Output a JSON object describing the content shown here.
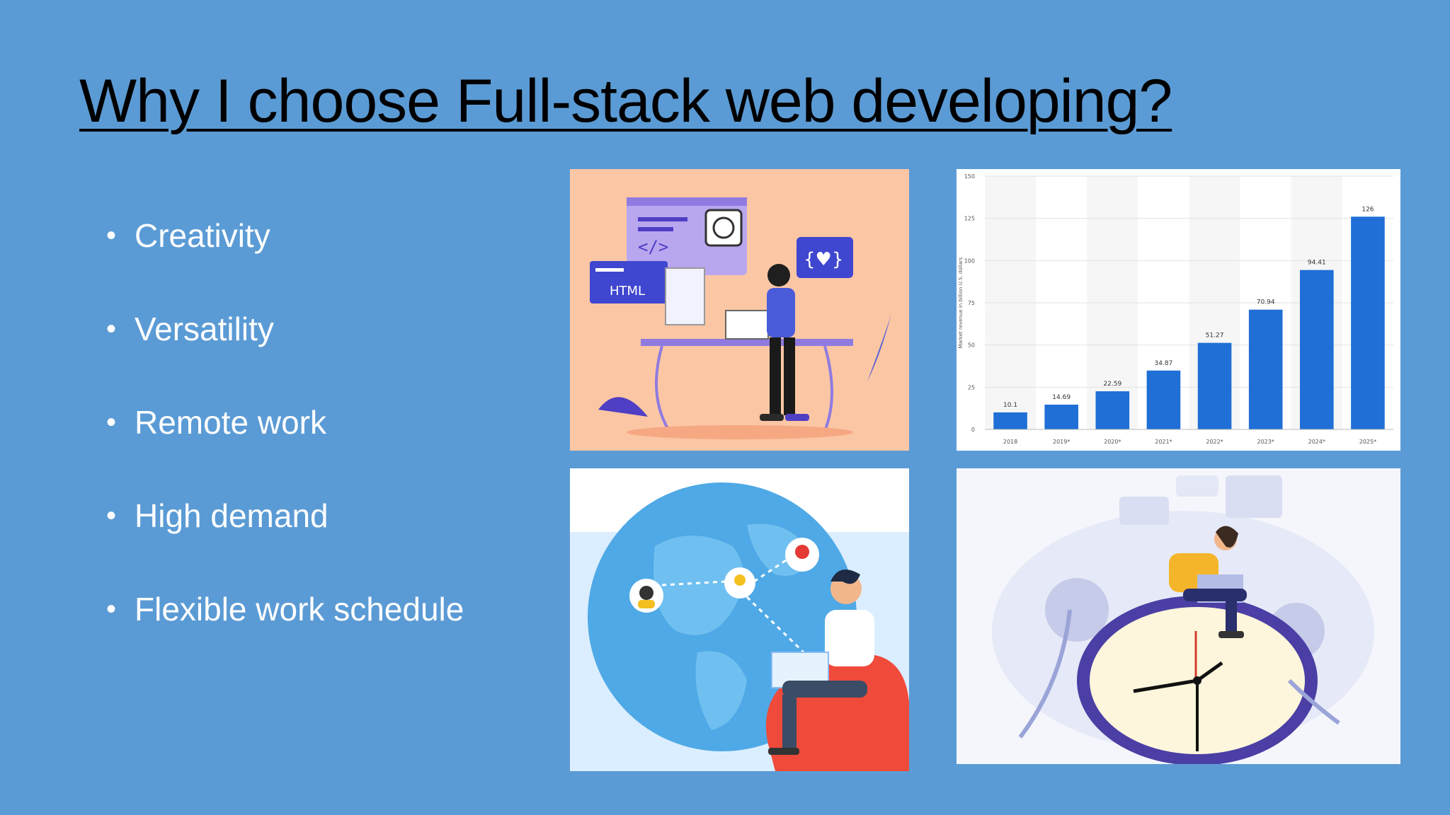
{
  "slide": {
    "title": "Why I choose Full-stack web developing?",
    "bullets": [
      "Creativity",
      "Versatility",
      "Remote work",
      "High demand",
      "Flexible work schedule"
    ]
  },
  "illustrations": {
    "top_left": {
      "icon": "web-developer-illustration",
      "html_label": "HTML",
      "code_label": "</>",
      "json_label": "{♥}"
    },
    "bottom_left": {
      "icon": "remote-work-globe-illustration"
    },
    "bottom_right": {
      "icon": "flexible-schedule-clock-illustration"
    }
  },
  "chart_data": {
    "type": "bar",
    "categories": [
      "2018",
      "2019*",
      "2020*",
      "2021*",
      "2022*",
      "2023*",
      "2024*",
      "2025*"
    ],
    "values": [
      10.1,
      14.69,
      22.59,
      34.87,
      51.27,
      70.94,
      94.41,
      126
    ],
    "value_labels": [
      "10.1",
      "14.69",
      "22.59",
      "34.87",
      "51.27",
      "70.94",
      "94.41",
      "126"
    ],
    "ylabel": "Market revenue in billion U.S. dollars",
    "yticks": [
      "0",
      "25",
      "50",
      "75",
      "100",
      "125",
      "150"
    ],
    "ylim": [
      0,
      150
    ],
    "grid": true,
    "bar_color": "#1f6fd6"
  }
}
